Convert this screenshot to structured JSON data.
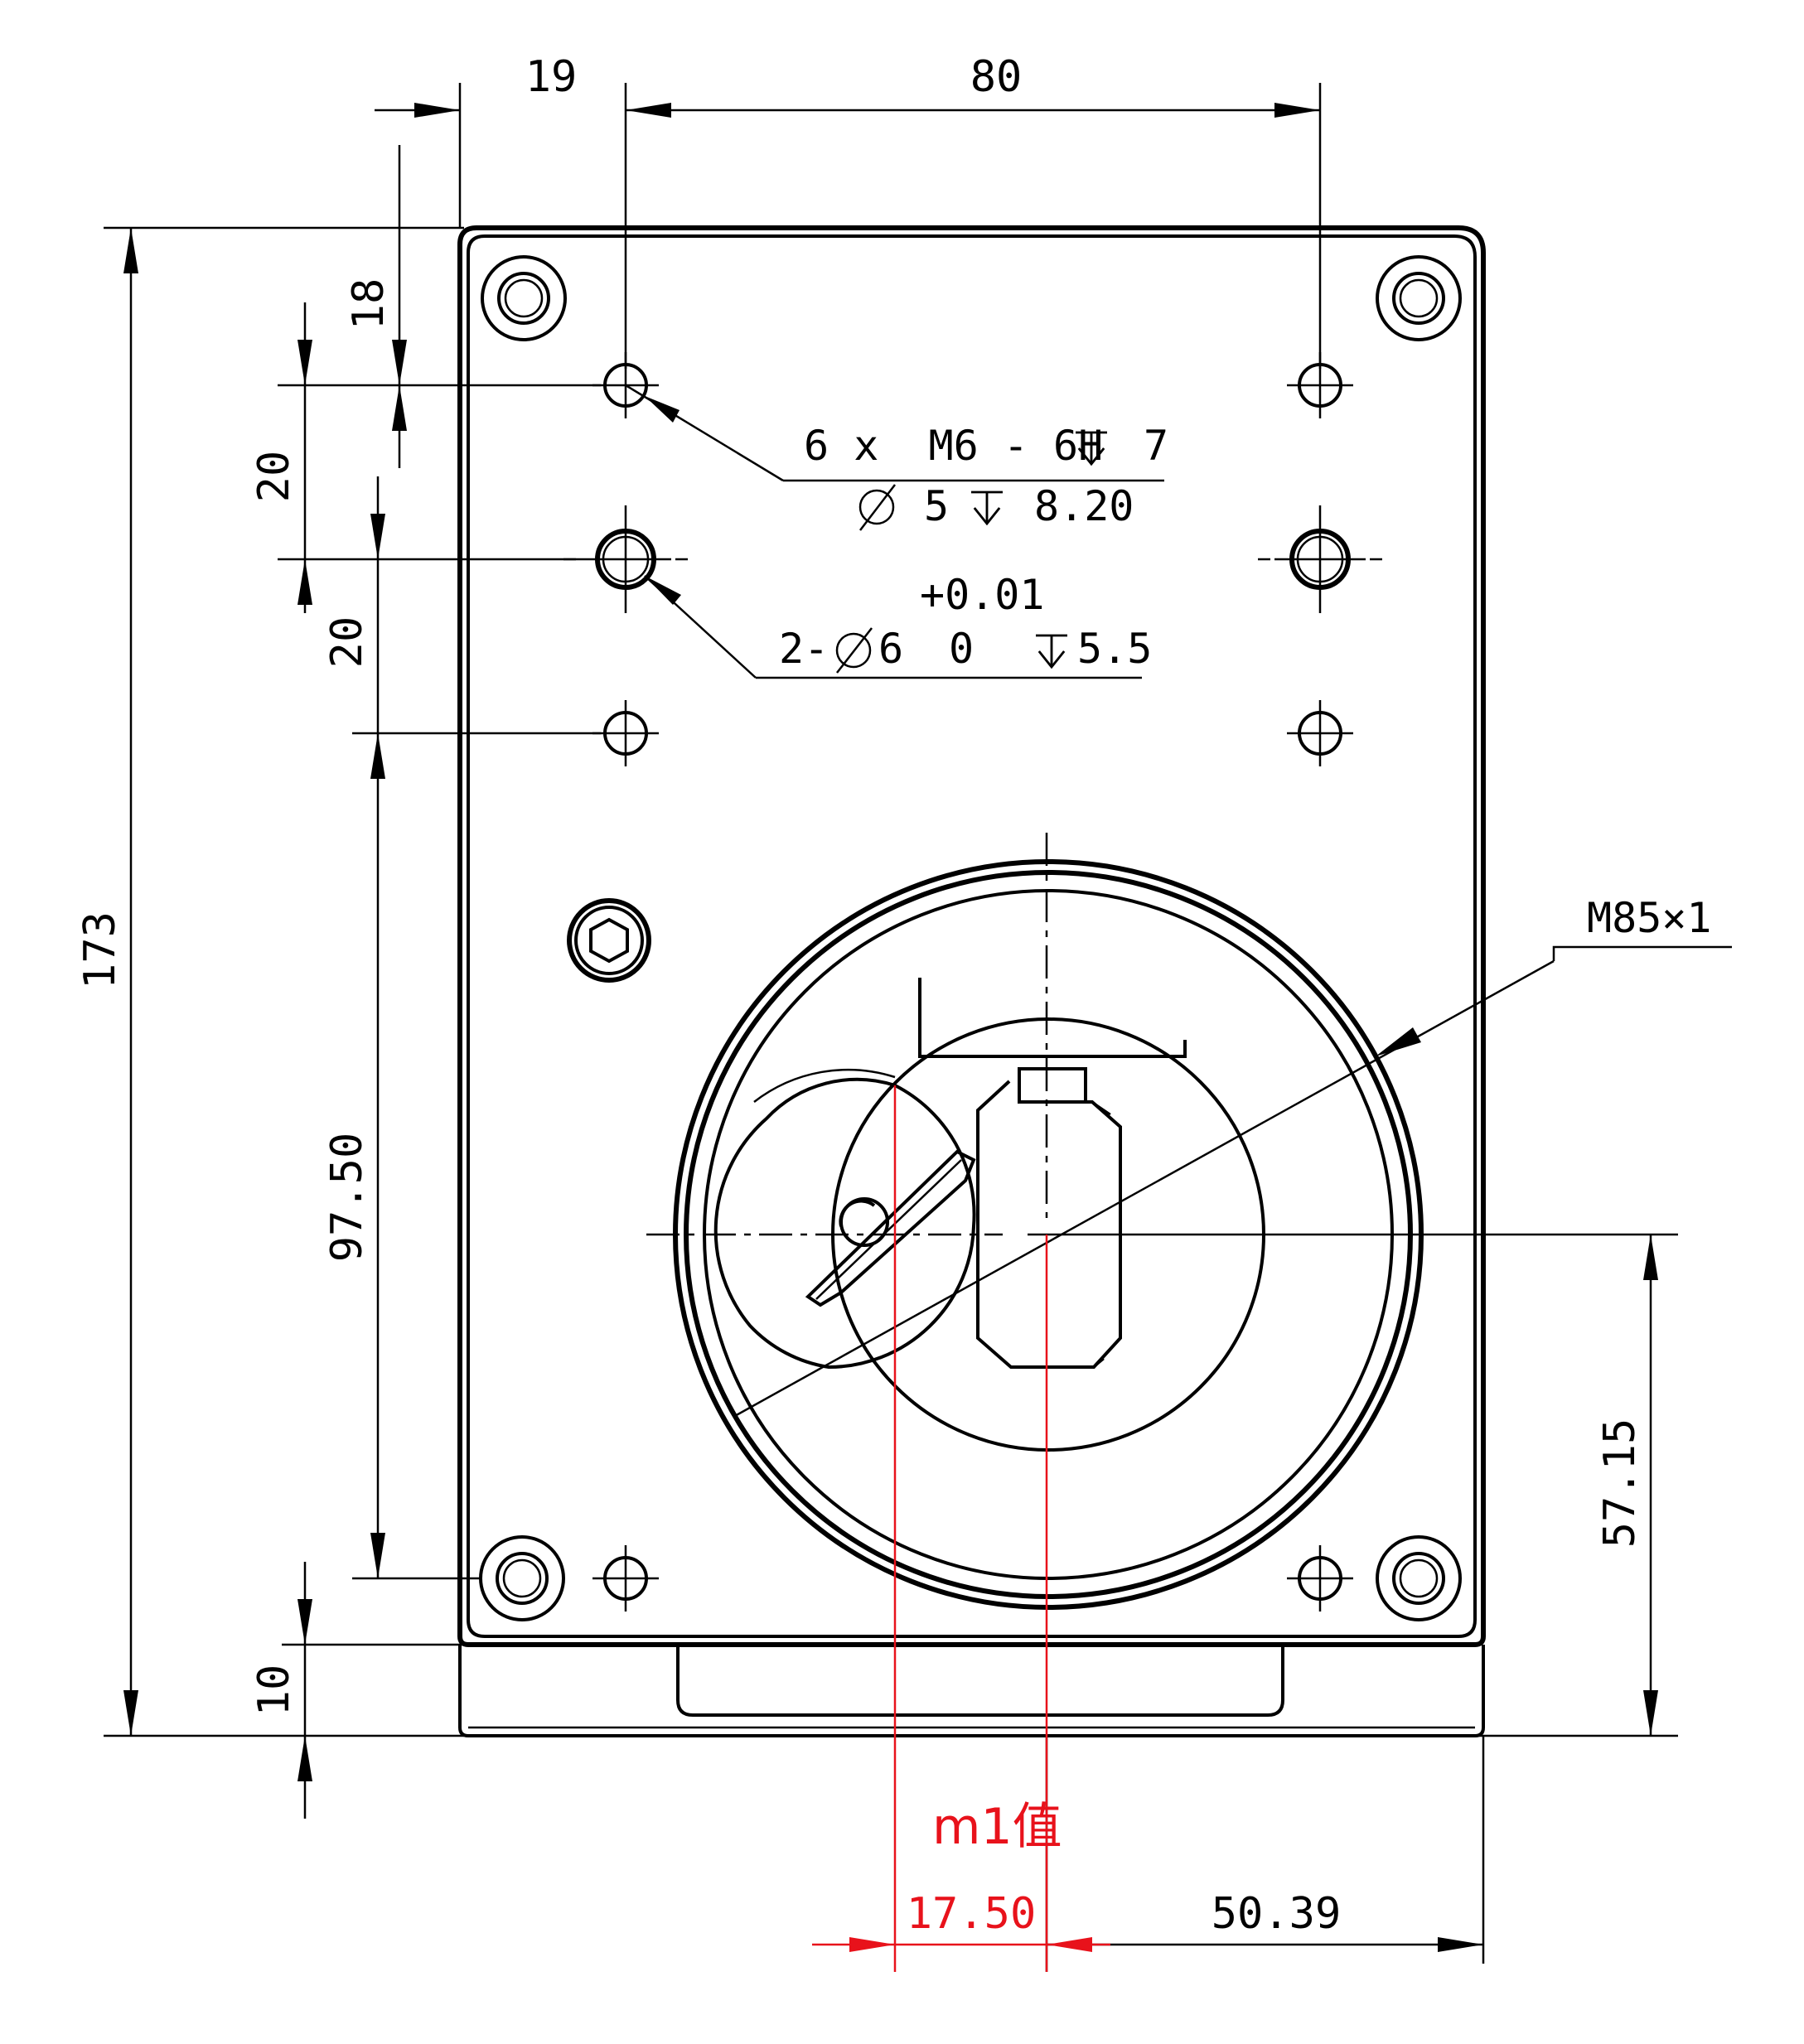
{
  "dimensions": {
    "top_left": "19",
    "top_span": "80",
    "hole_pitch_18": "18",
    "hole_pitch_20a": "20",
    "hole_pitch_20b": "20",
    "overall_height": "173",
    "center_from_hole": "97.50",
    "base_height": "10",
    "center_height": "57.15",
    "m1_offset": "17.50",
    "right_offset": "50.39"
  },
  "notes": {
    "thread_line1": "6 x  M6 - 6H",
    "thread_depth": "7",
    "thread_line2_prefix": "5",
    "thread_line2_depth": "8.20",
    "pin_tol_upper": "+0.01",
    "pin_tol_lower": "0",
    "pin_prefix": "2-",
    "pin_dia": "6",
    "pin_depth": "5.5",
    "thread_callout": "M85×1",
    "m1_label": "m1值"
  },
  "colors": {
    "line": "#000000",
    "highlight": "#e8121b"
  }
}
